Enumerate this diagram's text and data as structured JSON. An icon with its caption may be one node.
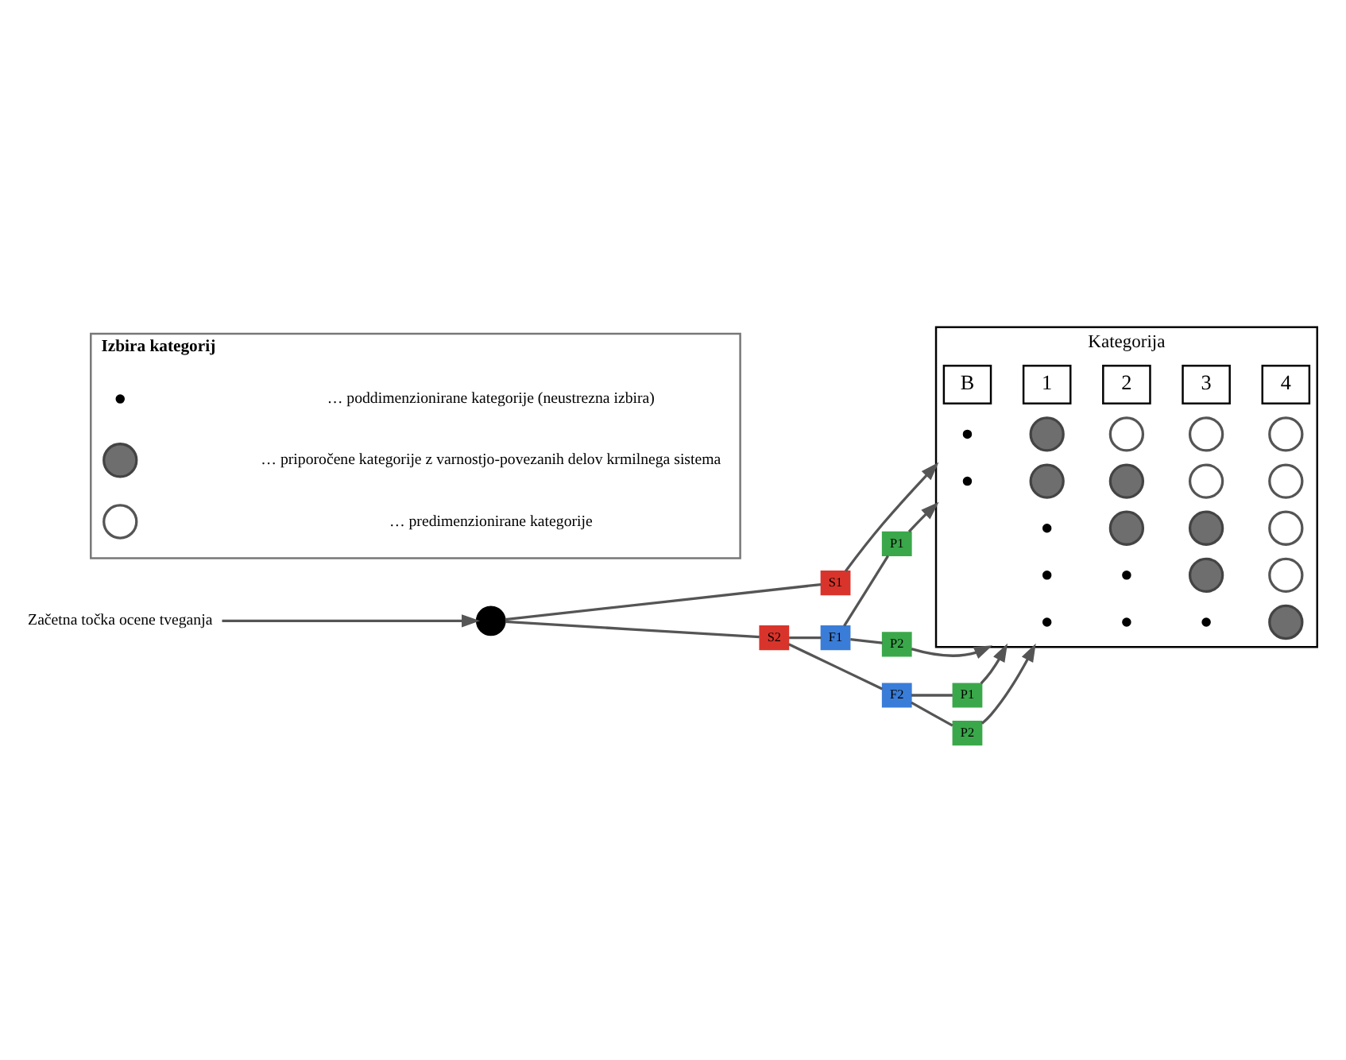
{
  "diagram": {
    "nodes": [
      {
        "text": [
          "Začetna točka ocene tveganja"
        ]
      },
      {
        "text": [],
        "shape": "circle"
      },
      {
        "text": [
          "S1"
        ]
      },
      {
        "text": [
          "S2"
        ]
      },
      {
        "text": [
          "F1"
        ]
      },
      {
        "text": [
          "P1"
        ]
      },
      {
        "text": [
          "P2"
        ]
      },
      {
        "text": [
          "F2"
        ]
      },
      {
        "text": [
          "P1"
        ]
      },
      {
        "text": [
          "P2"
        ]
      },
      {
        "text": [
          "Kategorija"
        ]
      },
      {
        "text": [
          "B"
        ],
        "in": 10
      },
      {
        "text": [
          "1"
        ],
        "in": 10
      },
      {
        "text": [
          "2"
        ],
        "in": 10
      },
      {
        "text": [
          "3"
        ],
        "in": 10
      },
      {
        "text": [
          "4"
        ],
        "in": 10
      },
      {
        "text": [],
        "shape": "dot",
        "in": 10
      },
      {
        "text": [],
        "shape": "disc",
        "in": 10
      },
      {
        "text": [],
        "shape": "circle",
        "in": 10
      },
      {
        "text": [],
        "shape": "circle",
        "in": 10
      },
      {
        "text": [],
        "shape": "circle",
        "in": 10
      },
      {
        "text": [],
        "shape": "dot",
        "in": 10
      },
      {
        "text": [],
        "shape": "disc",
        "in": 10
      },
      {
        "text": [],
        "shape": "disc",
        "in": 10
      },
      {
        "text": [],
        "shape": "circle",
        "in": 10
      },
      {
        "text": [],
        "shape": "circle",
        "in": 10
      },
      {
        "text": [],
        "shape": "dot",
        "in": 10
      },
      {
        "text": [],
        "shape": "disc",
        "in": 10
      },
      {
        "text": [],
        "shape": "disc",
        "in": 10
      },
      {
        "text": [],
        "shape": "circle",
        "in": 10
      },
      {
        "text": [],
        "shape": "dot",
        "in": 10
      },
      {
        "text": [],
        "shape": "dot",
        "in": 10
      },
      {
        "text": [],
        "shape": "disc",
        "in": 10
      },
      {
        "text": [],
        "shape": "circle",
        "in": 10
      },
      {
        "text": [],
        "shape": "dot",
        "in": 10
      },
      {
        "text": [],
        "shape": "dot",
        "in": 10
      },
      {
        "text": [],
        "shape": "dot",
        "in": 10
      },
      {
        "text": [],
        "shape": "disc",
        "in": 10
      },
      {
        "text": [
          "Izbira kategorij"
        ]
      },
      {
        "text": [],
        "shape": "dot",
        "in": 38
      },
      {
        "text": [],
        "shape": "disc",
        "in": 38
      },
      {
        "text": [],
        "shape": "circle",
        "in": 38
      }
    ],
    "edges": [
      {
        "from": 0,
        "to": 1,
        "arrow": "to"
      },
      {
        "from": 1,
        "to": 2,
        "arrow": "none"
      },
      {
        "from": 1,
        "to": 3,
        "arrow": "none"
      },
      {
        "from": 2,
        "to": 10,
        "arrow": "to"
      },
      {
        "from": 3,
        "to": 4,
        "arrow": "none"
      },
      {
        "from": 3,
        "to": 7,
        "arrow": "none"
      },
      {
        "from": 4,
        "to": 5,
        "arrow": "none"
      },
      {
        "from": 4,
        "to": 6,
        "arrow": "none"
      },
      {
        "from": 5,
        "to": 10,
        "arrow": "to"
      },
      {
        "from": 6,
        "to": 10,
        "arrow": "to"
      },
      {
        "from": 7,
        "to": 8,
        "arrow": "none"
      },
      {
        "from": 7,
        "to": 9,
        "arrow": "none"
      },
      {
        "from": 8,
        "to": 10,
        "arrow": "to"
      },
      {
        "from": 9,
        "to": 10,
        "arrow": "to"
      }
    ],
    "legend": [
      {
        "text": "… poddimenzionirane kategorije (neustrezna izbira)"
      },
      {
        "text": "… priporočene kategorije z varnostjo-povezanih delov krmilnega sistema"
      },
      {
        "text": "… predimenzionirane kategorije"
      }
    ]
  }
}
